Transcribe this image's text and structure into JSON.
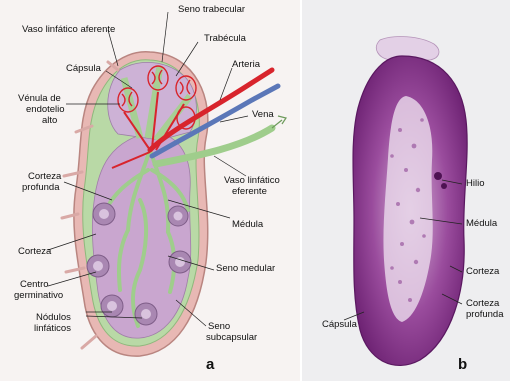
{
  "panel_a": {
    "letter": "a",
    "labels": {
      "vaso_aferente": "Vaso linfático aferente",
      "seno_trabecular": "Seno trabecular",
      "trabecula": "Trabécula",
      "capsula": "Cápsula",
      "arteria": "Arteria",
      "venula_1": "Vénula de",
      "venula_2": "endotelio",
      "venula_3": "alto",
      "vena": "Vena",
      "corteza_profunda_1": "Corteza",
      "corteza_profunda_2": "profunda",
      "vaso_eferente_1": "Vaso linfático",
      "vaso_eferente_2": "eferente",
      "medula": "Médula",
      "corteza": "Corteza",
      "seno_medular": "Seno medular",
      "centro_germinativo_1": "Centro",
      "centro_germinativo_2": "germinativo",
      "nodulos_1": "Nódulos",
      "nodulos_2": "linfáticos",
      "seno_subcapsular_1": "Seno",
      "seno_subcapsular_2": "subcapsular"
    }
  },
  "panel_b": {
    "letter": "b",
    "labels": {
      "hilio": "Hilio",
      "medula": "Médula",
      "corteza": "Corteza",
      "corteza_profunda_1": "Corteza",
      "corteza_profunda_2": "profunda",
      "capsula": "Cápsula"
    }
  },
  "colors": {
    "capsule": "#e8b8b4",
    "sinus_green": "#b9d9a6",
    "cortex_purple": "#c9a6cf",
    "nodule_purple": "#a987b2",
    "artery_red": "#d8242c",
    "vein_blue": "#5b77b8",
    "stain_purple": "#7a2d7e",
    "stain_light": "#e6d3e8"
  }
}
